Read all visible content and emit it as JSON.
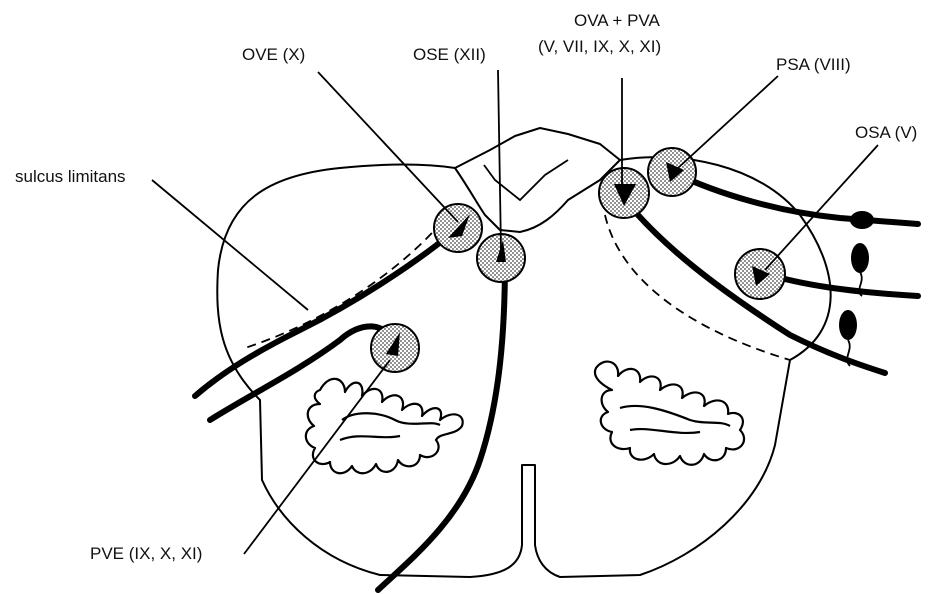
{
  "labels": {
    "ove": "OVE (X)",
    "ose": "OSE (XII)",
    "ova_pva_line1": "OVA + PVA",
    "ova_pva_line2": "(V, VII, IX, X, XI)",
    "psa": "PSA (VIII)",
    "osa": "OSA (V)",
    "sulcus": "sulcus limitans",
    "pve": "PVE (IX, X, XI)"
  }
}
